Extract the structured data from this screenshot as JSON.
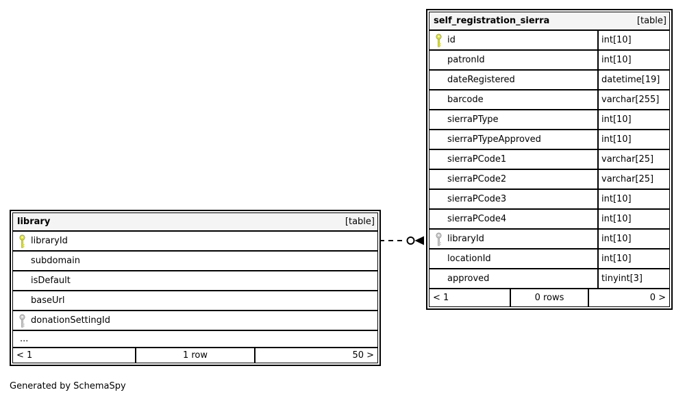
{
  "page": {
    "footer_note": "Generated by SchemaSpy"
  },
  "colors": {
    "border": "#000000",
    "header_bg": "#f4f4f4",
    "row_bg": "#ffffff",
    "primary_key": "#dde419",
    "foreign_key": "#c9c9c9"
  },
  "tables": [
    {
      "name": "self_registration_sierra",
      "badge": "[table]",
      "columns": [
        {
          "name": "id",
          "type": "int[10]",
          "key": "primary"
        },
        {
          "name": "patronId",
          "type": "int[10]"
        },
        {
          "name": "dateRegistered",
          "type": "datetime[19]"
        },
        {
          "name": "barcode",
          "type": "varchar[255]"
        },
        {
          "name": "sierraPType",
          "type": "int[10]"
        },
        {
          "name": "sierraPTypeApproved",
          "type": "int[10]"
        },
        {
          "name": "sierraPCode1",
          "type": "varchar[25]"
        },
        {
          "name": "sierraPCode2",
          "type": "varchar[25]"
        },
        {
          "name": "sierraPCode3",
          "type": "int[10]"
        },
        {
          "name": "sierraPCode4",
          "type": "int[10]"
        },
        {
          "name": "libraryId",
          "type": "int[10]",
          "key": "foreign"
        },
        {
          "name": "locationId",
          "type": "int[10]"
        },
        {
          "name": "approved",
          "type": "tinyint[3]"
        }
      ],
      "paging": {
        "prev": "< 1",
        "rows": "0 rows",
        "next": "0 >"
      }
    },
    {
      "name": "library",
      "badge": "[table]",
      "columns": [
        {
          "name": "libraryId",
          "key": "primary"
        },
        {
          "name": "subdomain"
        },
        {
          "name": "isDefault"
        },
        {
          "name": "baseUrl"
        },
        {
          "name": "donationSettingId",
          "key": "foreign"
        },
        {
          "name": "...",
          "ellipsis": true
        }
      ],
      "paging": {
        "prev": "< 1",
        "rows": "1 row",
        "next": "50 >"
      }
    }
  ],
  "relationship": {
    "from": "library.libraryId",
    "to": "self_registration_sierra.libraryId",
    "line_style": "dashed"
  }
}
